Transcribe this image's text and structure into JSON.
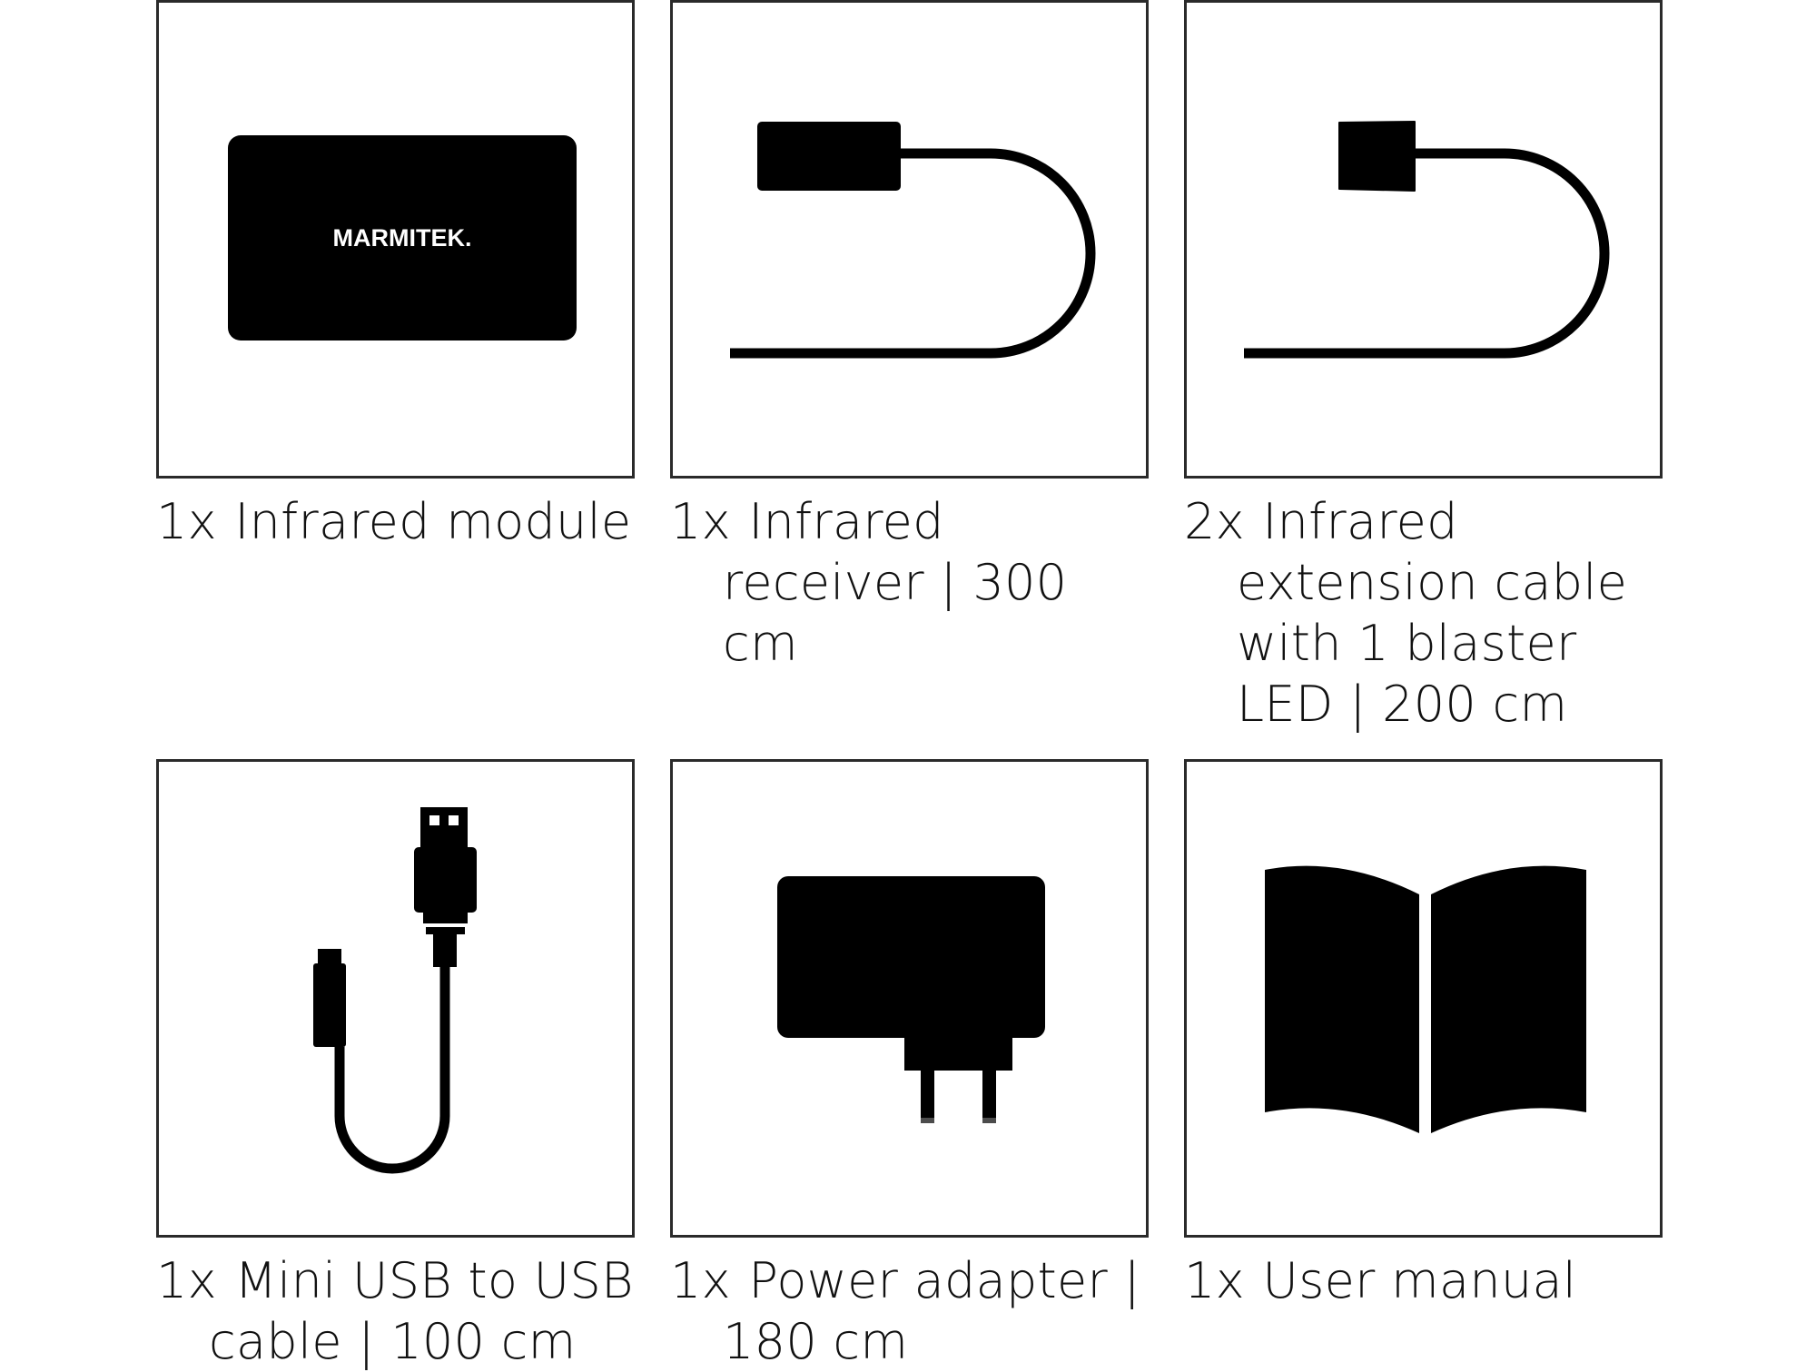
{
  "items": [
    {
      "qty": "1x",
      "label": "Infrared module",
      "icon": "infrared-module-icon",
      "brand": "MARMITEK."
    },
    {
      "qty": "1x",
      "label": "Infrared receiver | 300 cm",
      "icon": "infrared-receiver-icon"
    },
    {
      "qty": "2x",
      "label": "Infrared extension cable with 1 blaster LED | 200 cm",
      "icon": "infrared-extension-cable-icon"
    },
    {
      "qty": "1x",
      "label": "Mini USB to USB cable | 100 cm",
      "icon": "usb-cable-icon"
    },
    {
      "qty": "1x",
      "label": "Power adapter | 180 cm",
      "icon": "power-adapter-icon"
    },
    {
      "qty": "1x",
      "label": "User manual",
      "icon": "user-manual-icon"
    }
  ],
  "colors": {
    "border": "#2a2a2a",
    "icon_fill": "#000000",
    "text": "#111111"
  }
}
